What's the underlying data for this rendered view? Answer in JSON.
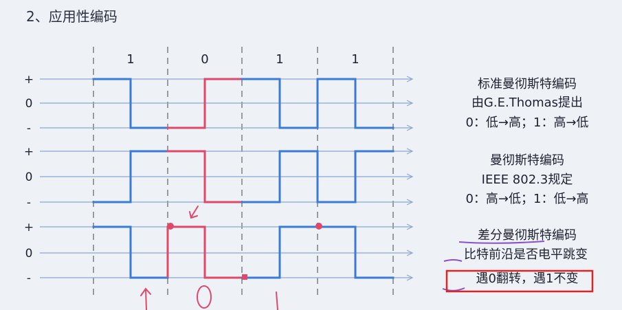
{
  "slide": {
    "title": "2、应用性编码"
  },
  "bits": [
    "1",
    "0",
    "1",
    "1"
  ],
  "level_labels": [
    "+",
    "0",
    "-"
  ],
  "waveforms": [
    {
      "levels": [
        1,
        0,
        0,
        1,
        1,
        0,
        1,
        0
      ],
      "highlight_bit": 1,
      "desc": [
        "标准曼彻斯特编码",
        "由G.E.Thomas提出",
        "0：低→高；1：高→低"
      ]
    },
    {
      "levels": [
        0,
        1,
        1,
        0,
        0,
        1,
        0,
        1
      ],
      "highlight_bit": 1,
      "desc": [
        "曼彻斯特编码",
        "IEEE 802.3规定",
        "0：高→低；1：低→高"
      ]
    },
    {
      "levels": [
        1,
        0,
        1,
        0,
        0,
        1,
        1,
        0
      ],
      "highlight_bit": 1,
      "desc": [
        "差分曼彻斯特编码",
        "比特前沿是否电平跳变",
        "遇0翻转，遇1不变"
      ]
    }
  ],
  "colors": {
    "signal": "#3b7bd8",
    "highlight": "#e0486a",
    "axis": "#8aa7d6",
    "divider": "#55606e",
    "box": "#e02424",
    "text": "#1e2230"
  }
}
